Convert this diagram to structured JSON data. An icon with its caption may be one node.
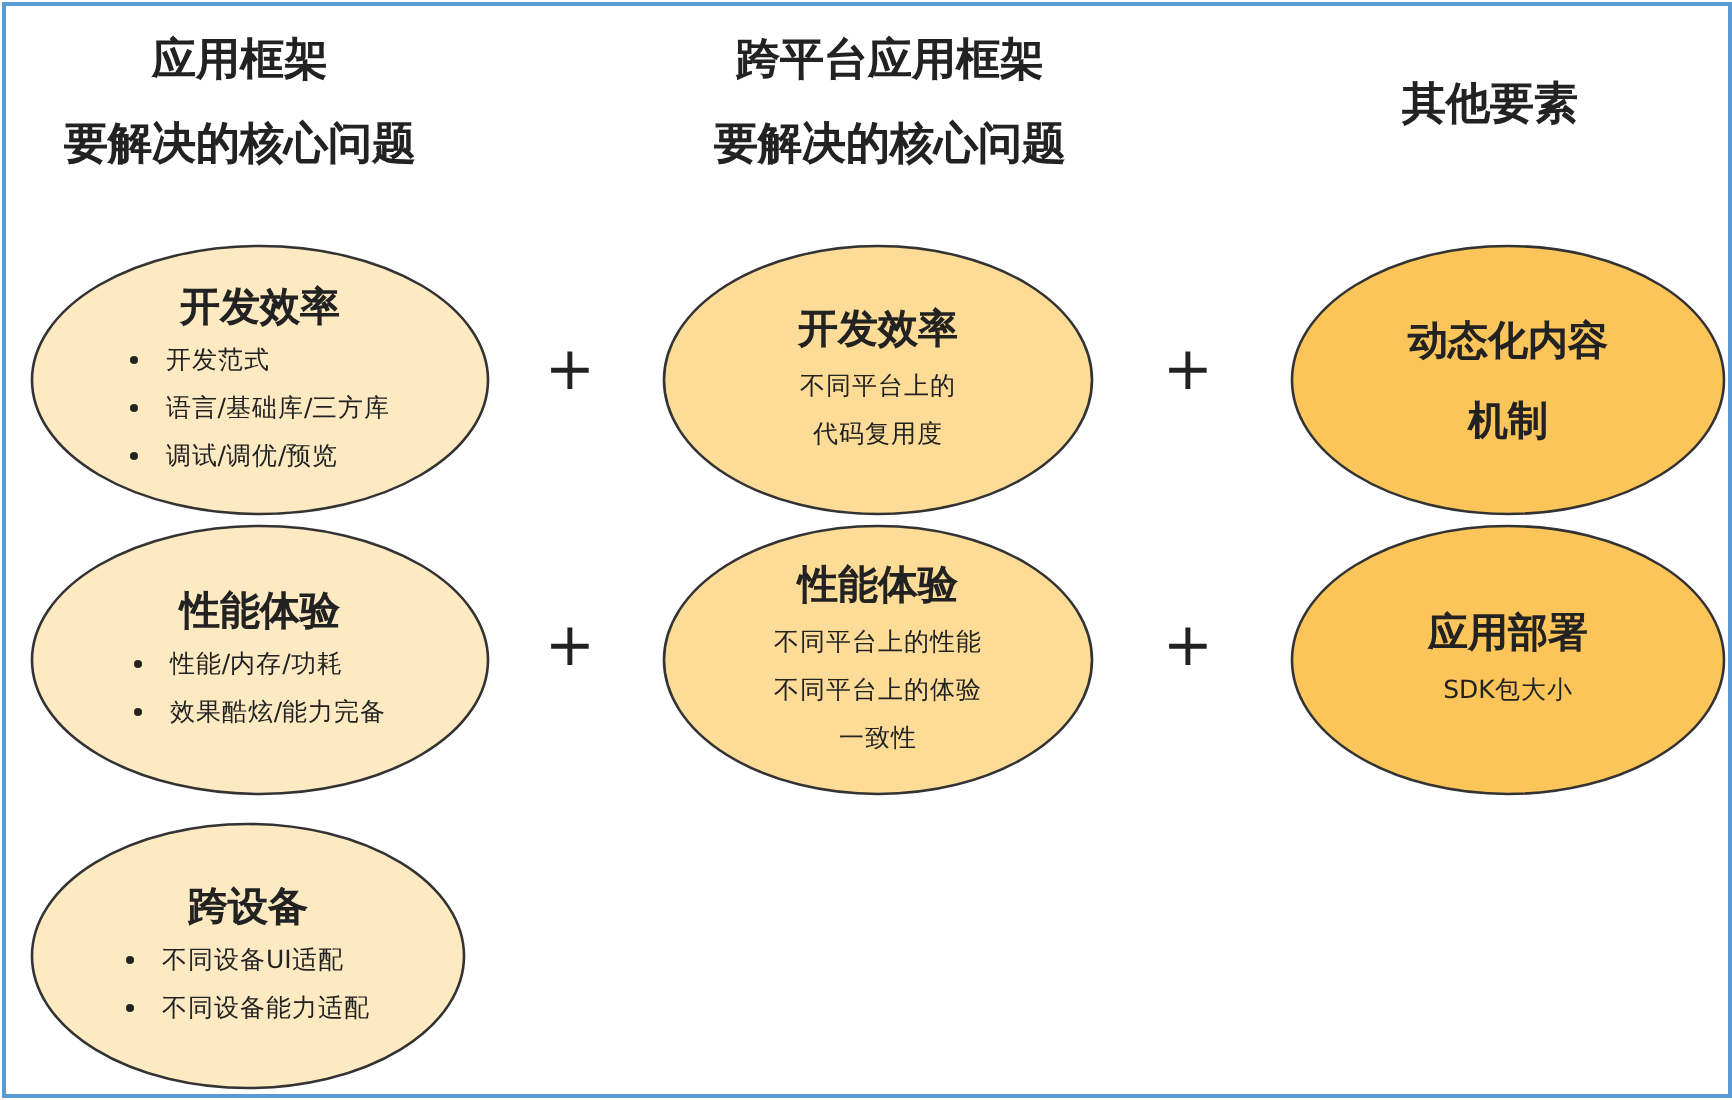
{
  "diagram": {
    "nodes": [
      {
        "text": [
          "开发效率",
          "开发范式",
          "语言/基础库/三方库",
          "调试/调优/预览"
        ]
      },
      {
        "text": [
          "性能体验",
          "性能/内存/功耗",
          "效果酷炫/能力完备"
        ]
      },
      {
        "text": [
          "跨设备",
          "不同设备UI适配",
          "不同设备能力适配"
        ]
      },
      {
        "text": [
          "开发效率",
          "不同平台上的代码复用度"
        ]
      },
      {
        "text": [
          "性能体验",
          "不同平台上的性能",
          "不同平台上的体验一致性"
        ]
      },
      {
        "text": [
          "动态化内容机制"
        ]
      },
      {
        "text": [
          "应用部署",
          "SDK包大小"
        ]
      }
    ],
    "labels": [
      "应用框架",
      "跨平台应用框架",
      "其他要素",
      "要解决的核心问题",
      "要解决的核心问题",
      "+",
      "+",
      "+",
      "+"
    ]
  }
}
